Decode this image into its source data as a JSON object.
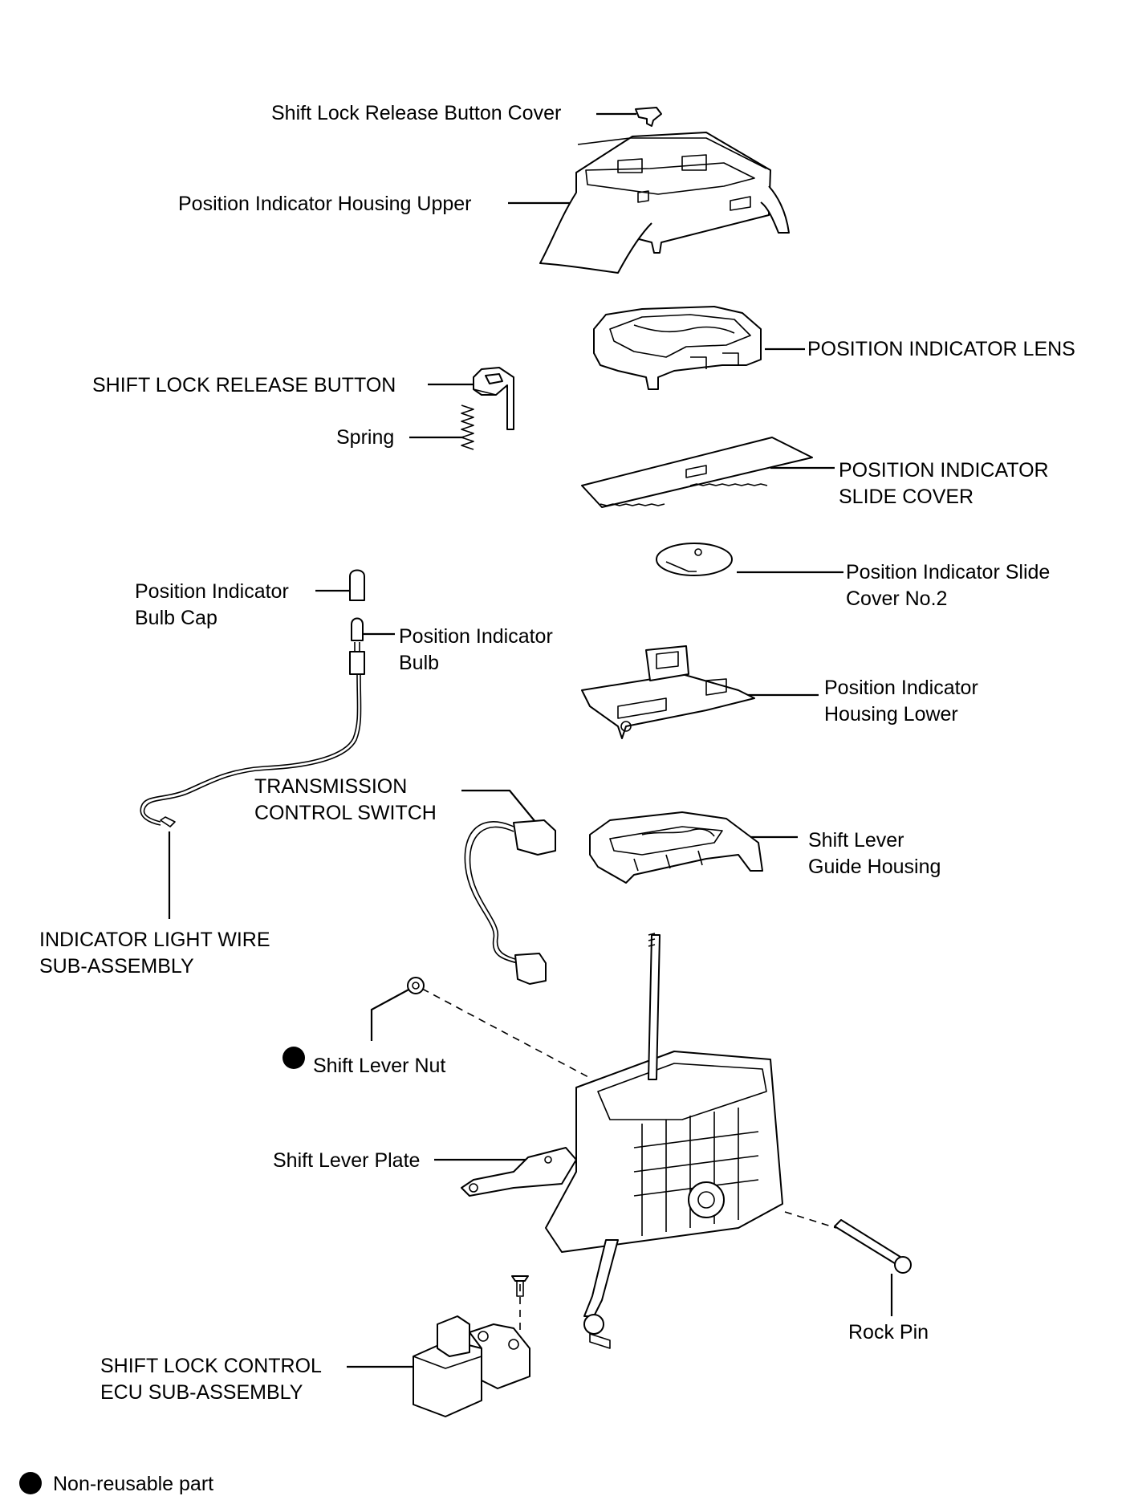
{
  "labels": {
    "shift_lock_release_button_cover": "Shift Lock Release Button Cover",
    "position_indicator_housing_upper": "Position Indicator Housing Upper",
    "position_indicator_lens": "POSITION INDICATOR LENS",
    "shift_lock_release_button": "SHIFT LOCK RELEASE BUTTON",
    "spring": "Spring",
    "slide_cover_line1": "POSITION INDICATOR",
    "slide_cover_line2": "SLIDE COVER",
    "slide_cover_no2_line1": "Position Indicator Slide",
    "slide_cover_no2_line2": "Cover No.2",
    "bulb_cap_line1": "Position Indicator",
    "bulb_cap_line2": "Bulb Cap",
    "bulb_line1": "Position Indicator",
    "bulb_line2": "Bulb",
    "housing_lower_line1": "Position Indicator",
    "housing_lower_line2": "Housing Lower",
    "transmission_switch_line1": "TRANSMISSION",
    "transmission_switch_line2": "CONTROL SWITCH",
    "guide_housing_line1": "Shift Lever",
    "guide_housing_line2": "Guide Housing",
    "wire_line1": "INDICATOR LIGHT WIRE",
    "wire_line2": "SUB-ASSEMBLY",
    "shift_lever_nut": "Shift Lever Nut",
    "shift_lever_plate": "Shift Lever Plate",
    "rock_pin": "Rock Pin",
    "ecu_line1": "SHIFT LOCK CONTROL",
    "ecu_line2": "ECU SUB-ASSEMBLY"
  },
  "legend": {
    "non_reusable": "Non-reusable part"
  }
}
